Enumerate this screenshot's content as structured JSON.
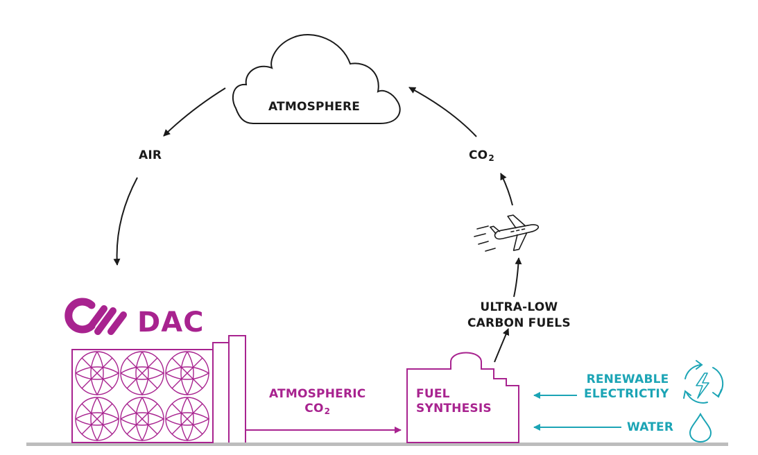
{
  "nodes": {
    "atmosphere": "ATMOSPHERE",
    "air": "AIR",
    "co2_top": {
      "main": "CO",
      "sub": "2"
    },
    "ultra_low": [
      "ULTRA-LOW",
      "CARBON FUELS"
    ],
    "dac_logo": "DAC",
    "atmospheric_co2": {
      "line1": "ATMOSPHERIC",
      "line2_main": "CO",
      "line2_sub": "2"
    },
    "fuel_synthesis": [
      "FUEL",
      "SYNTHESIS"
    ],
    "renewable": [
      "RENEWABLE",
      "ELECTRICTIY"
    ],
    "water": "WATER"
  },
  "icons": [
    "cloud-icon",
    "airplane-icon",
    "dac-plant-icon",
    "fuel-synthesis-plant-icon",
    "renewable-cycle-icon",
    "lightning-icon",
    "water-drop-icon"
  ],
  "colors": {
    "dark": "#1a1a1a",
    "magenta": "#a8238f",
    "teal": "#1ba4b5",
    "ground": "#bdbdbd"
  }
}
